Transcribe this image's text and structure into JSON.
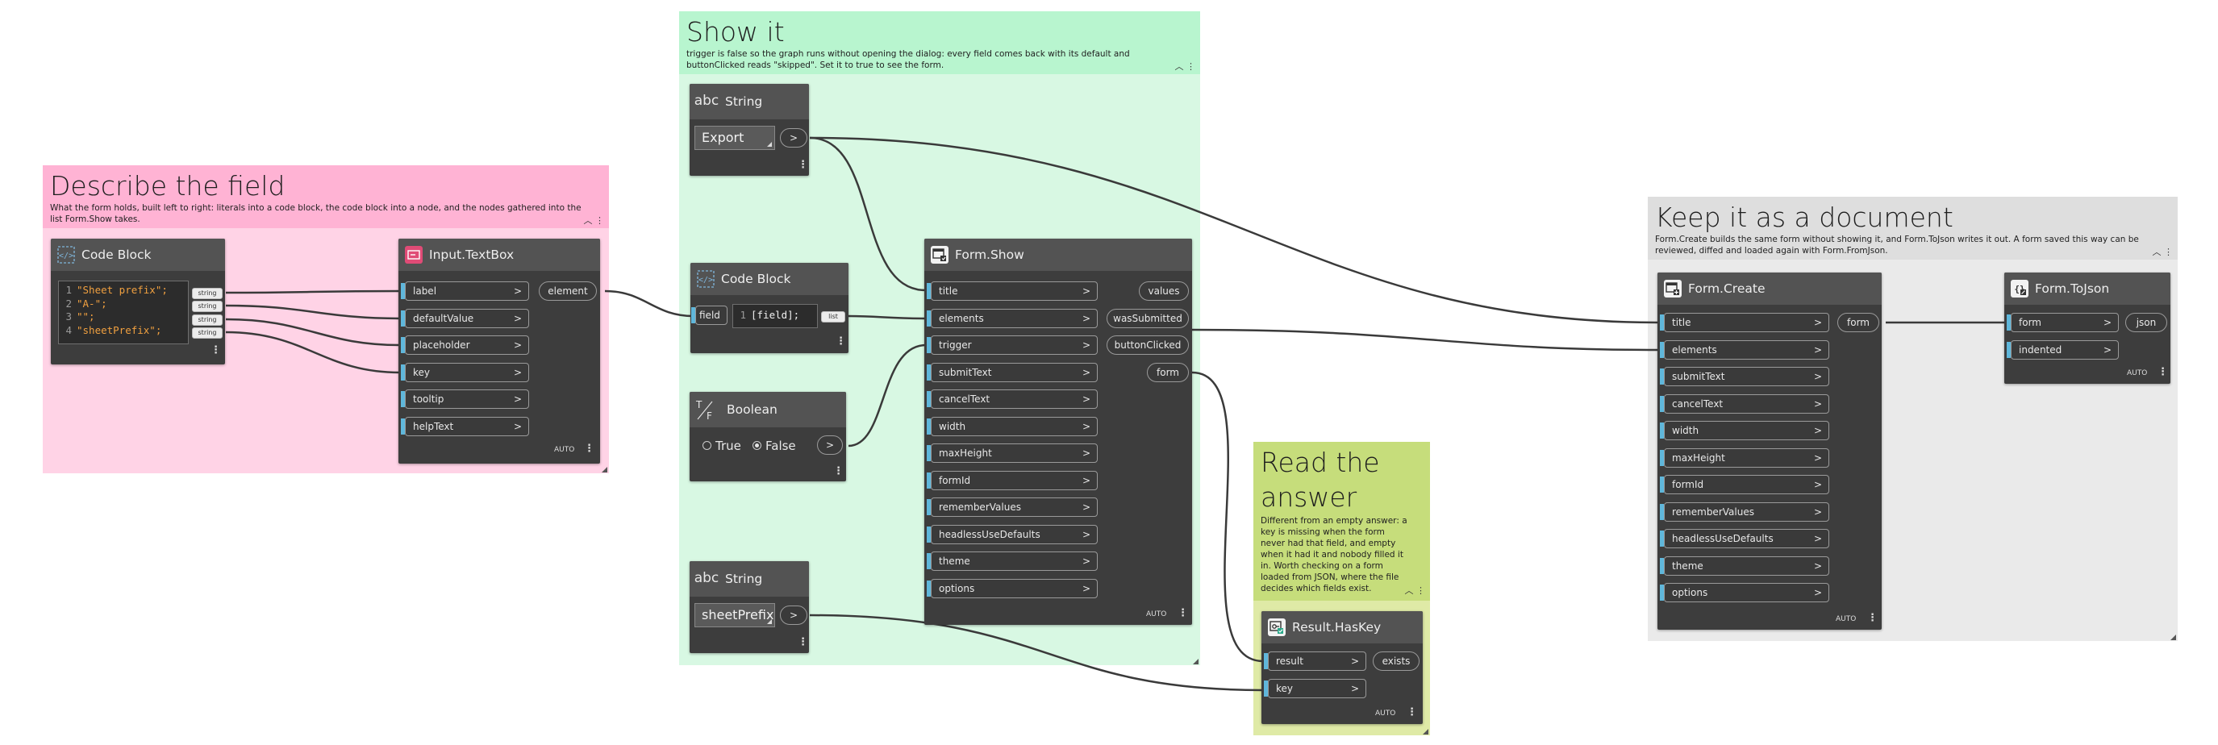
{
  "groups": {
    "describe": {
      "title": "Describe the field",
      "description": "What the form holds, built left to right: literals into a code block, the code block into a node, and the nodes gathered into the list Form.Show takes.",
      "color": "#ffb3d4"
    },
    "show": {
      "title": "Show it",
      "description": "trigger is false so the graph runs without opening the dialog: every field comes back with its default and buttonClicked reads \"skipped\". Set it to true to see the form.",
      "color": "#b8f5cf"
    },
    "read": {
      "title": "Read the answer",
      "description": "Different from an empty answer: a key is missing when the form never had that field, and empty when it had it and nobody filled it in. Worth checking on a form loaded from JSON, where the file decides which fields exist.",
      "color": "#c6dd7b"
    },
    "keep": {
      "title": "Keep it as a document",
      "description": "Form.Create builds the same form without showing it, and Form.ToJson writes it out. A form saved this way can be reviewed, diffed and loaded again with Form.FromJson.",
      "color": "#dedede"
    }
  },
  "nodes": {
    "code_block_1": {
      "title": "Code Block",
      "lines": [
        "\"Sheet prefix\";",
        "\"A-\";",
        "\"\";",
        "\"sheetPrefix\";"
      ],
      "line_numbers": [
        "1",
        "2",
        "3",
        "4"
      ],
      "output_tag": "string",
      "icon": "code-block-icon"
    },
    "input_textbox": {
      "title": "Input.TextBox",
      "inputs": [
        "label",
        "defaultValue",
        "placeholder",
        "key",
        "tooltip",
        "helpText"
      ],
      "output": "element",
      "lacing": "AUTO",
      "icon": "textbox-icon"
    },
    "string_export": {
      "title": "String",
      "value": "Export",
      "icon_text": "abc"
    },
    "code_block_2": {
      "title": "Code Block",
      "input": "field",
      "line_number": "1",
      "code": "[field];",
      "output_tag": "list",
      "icon": "code-block-icon"
    },
    "boolean": {
      "title": "Boolean",
      "true_label": "True",
      "false_label": "False",
      "selected": "False",
      "icon": "boolean-icon"
    },
    "string_key": {
      "title": "String",
      "value": "sheetPrefix",
      "icon_text": "abc"
    },
    "form_show": {
      "title": "Form.Show",
      "inputs": [
        "title",
        "elements",
        "trigger",
        "submitText",
        "cancelText",
        "width",
        "maxHeight",
        "formId",
        "rememberValues",
        "headlessUseDefaults",
        "theme",
        "options"
      ],
      "outputs": [
        "values",
        "wasSubmitted",
        "buttonClicked",
        "form"
      ],
      "lacing": "AUTO",
      "icon": "form-show-icon"
    },
    "result_haskey": {
      "title": "Result.HasKey",
      "inputs": [
        "result",
        "key"
      ],
      "output": "exists",
      "lacing": "AUTO",
      "icon": "haskey-icon"
    },
    "form_create": {
      "title": "Form.Create",
      "inputs": [
        "title",
        "elements",
        "submitText",
        "cancelText",
        "width",
        "maxHeight",
        "formId",
        "rememberValues",
        "headlessUseDefaults",
        "theme",
        "options"
      ],
      "output": "form",
      "lacing": "AUTO",
      "icon": "form-create-icon"
    },
    "form_tojson": {
      "title": "Form.ToJson",
      "inputs": [
        "form",
        "indented"
      ],
      "output": "json",
      "lacing": "AUTO",
      "icon": "json-icon"
    }
  },
  "colors": {
    "node_body": "#3d3d3d",
    "node_header": "#535353",
    "port_accent": "#5fb7db",
    "wire": "#3a3a3a"
  }
}
